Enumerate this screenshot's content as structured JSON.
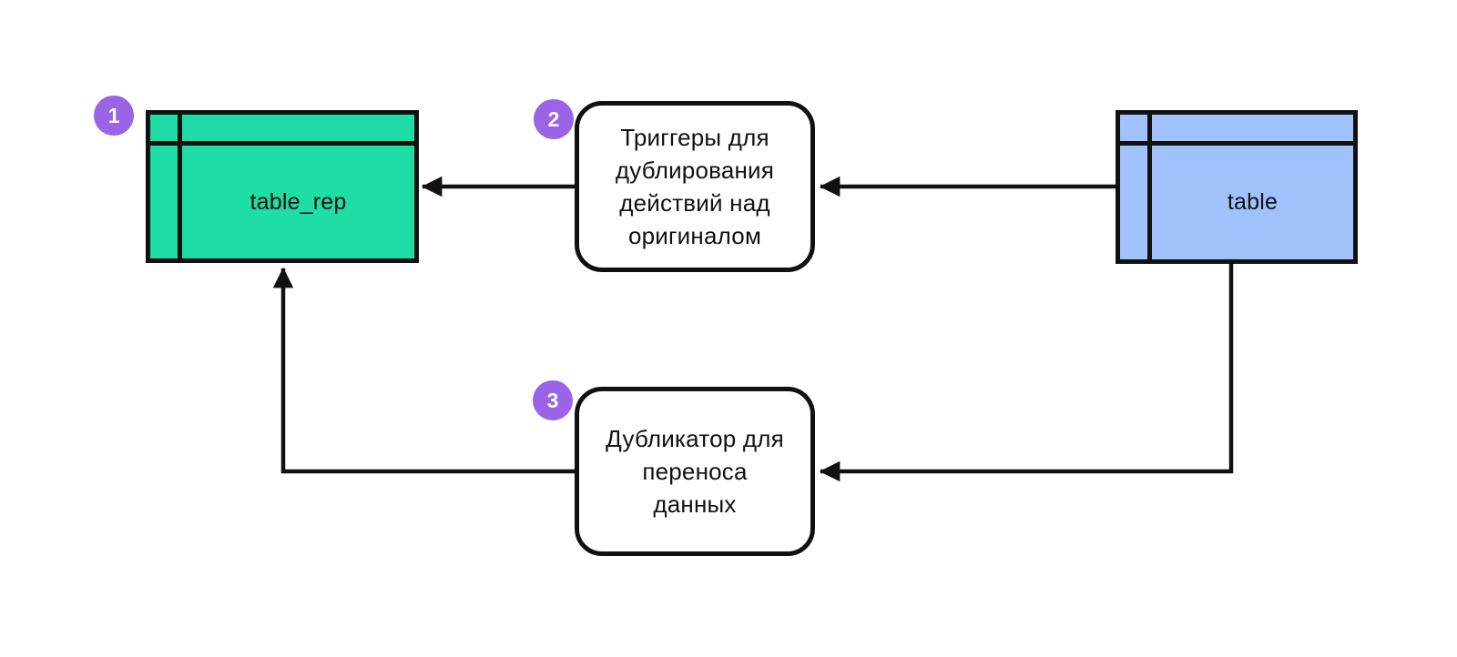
{
  "palette": {
    "replica_fill": "#1edda5",
    "source_fill": "#9fc1fc",
    "badge_fill": "#9b63e6",
    "line_color": "#111111",
    "background": "#ffffff"
  },
  "nodes": {
    "table_rep": {
      "type": "table",
      "badge": "1",
      "label": "table_rep"
    },
    "triggers_box": {
      "type": "process",
      "badge": "2",
      "label": "Триггеры для\nдублирования\nдействий над\nоригиналом"
    },
    "source_table": {
      "type": "table",
      "label": "table"
    },
    "duplicator_box": {
      "type": "process",
      "badge": "3",
      "label": "Дубликатор для\nпереноса\nданных"
    }
  },
  "edges": [
    {
      "from": "source_table",
      "to": "triggers_box"
    },
    {
      "from": "triggers_box",
      "to": "table_rep"
    },
    {
      "from": "source_table",
      "to": "duplicator_box"
    },
    {
      "from": "duplicator_box",
      "to": "table_rep"
    }
  ]
}
